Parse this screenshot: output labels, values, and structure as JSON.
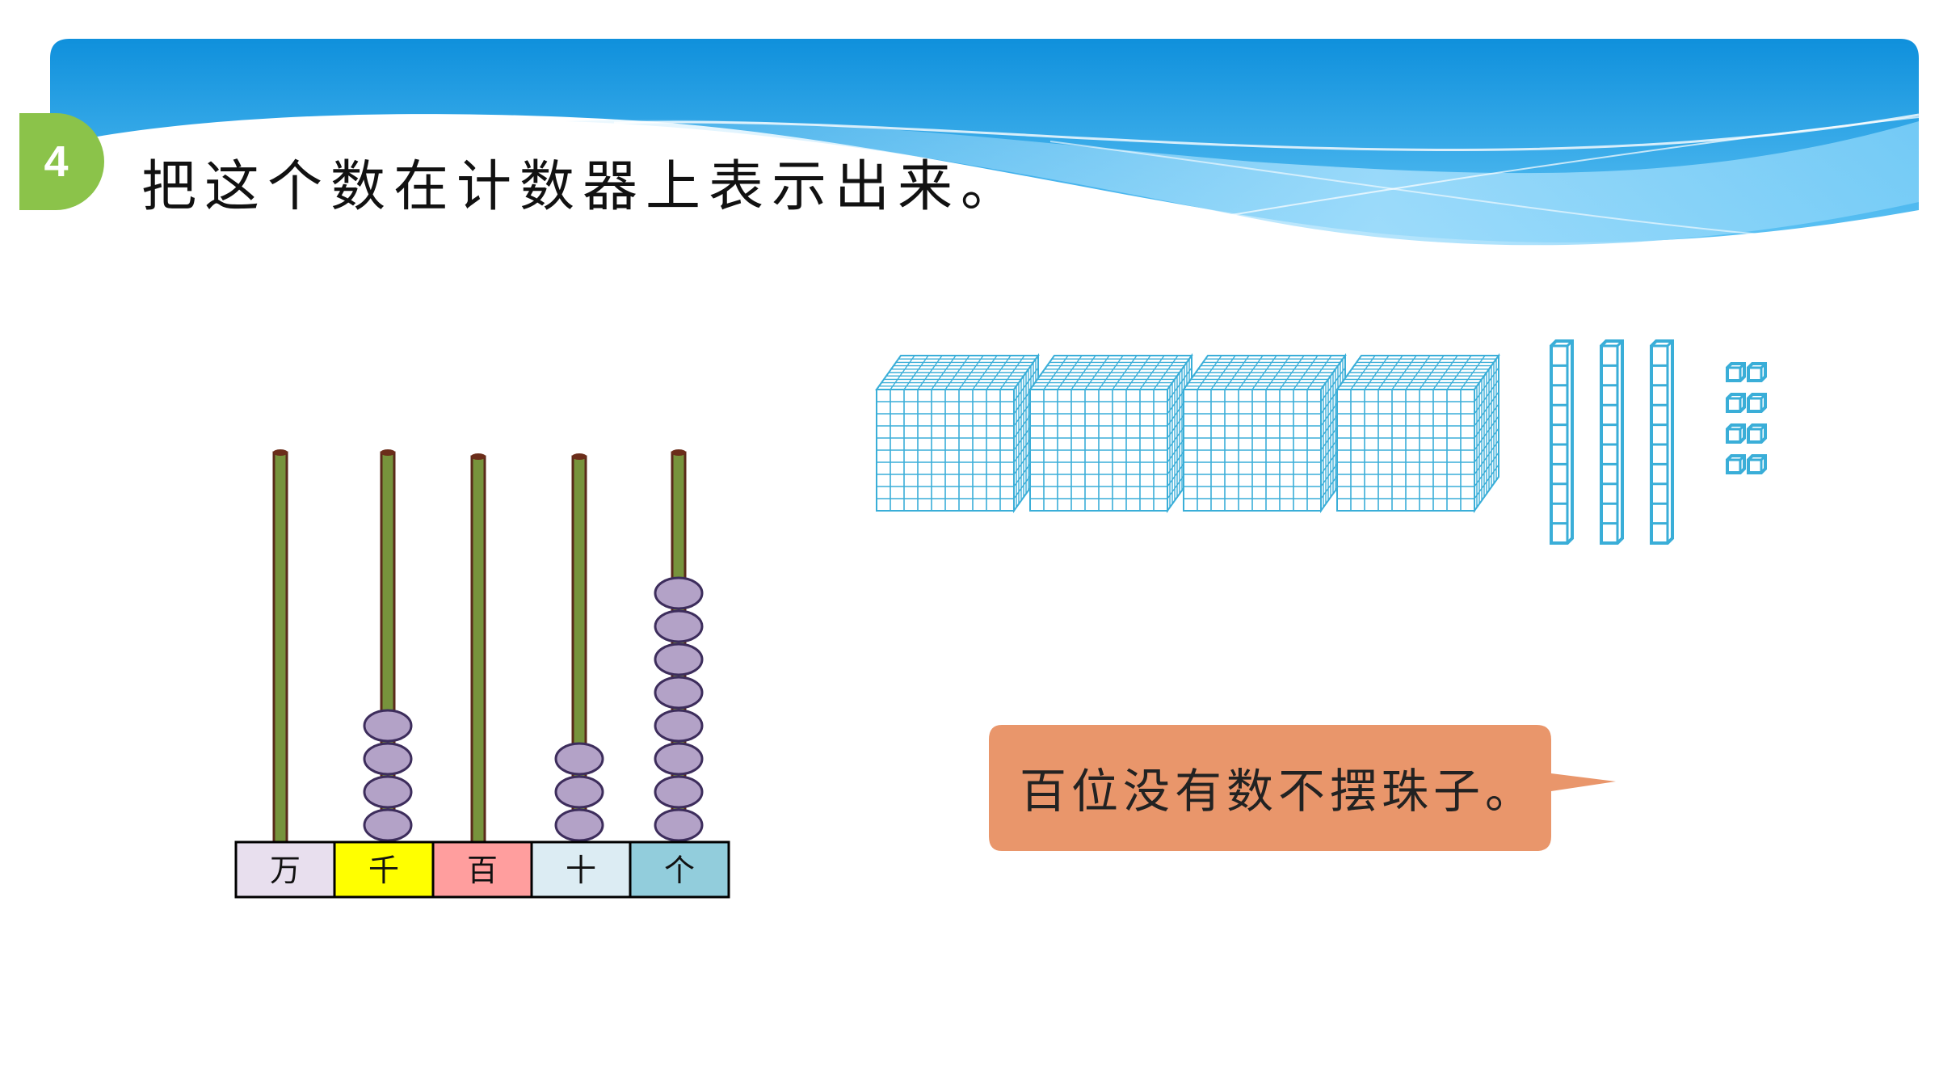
{
  "question": {
    "number": "4",
    "prompt": "把这个数在计数器上表示出来。"
  },
  "abacus": {
    "rods": [
      {
        "label": "万",
        "beads": 0,
        "label_color": "#e8dfee"
      },
      {
        "label": "千",
        "beads": 4,
        "label_color": "#ffff00"
      },
      {
        "label": "百",
        "beads": 0,
        "label_color": "#ff9e9e"
      },
      {
        "label": "十",
        "beads": 3,
        "label_color": "#dcecf3"
      },
      {
        "label": "个",
        "beads": 8,
        "label_color": "#92cddc"
      }
    ],
    "bead_color": "#b3a2c7",
    "rod_color": "#77933c"
  },
  "blocks": {
    "thousands": 4,
    "tens": 3,
    "ones": 8,
    "color": "#3aaed8"
  },
  "bubble": {
    "text": "百位没有数不摆珠子。",
    "color": "#e9966b"
  },
  "theme": {
    "header_blue": "#1a96de",
    "badge_green": "#8bc34a"
  }
}
